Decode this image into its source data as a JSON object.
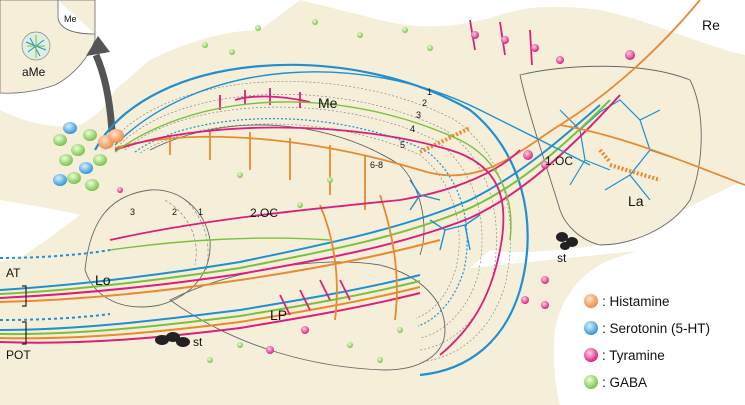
{
  "regions": {
    "me": "Me",
    "ame_inset_me": "Me",
    "ame": "aMe",
    "lo": "Lo",
    "lp": "LP",
    "la": "La",
    "re": "Re"
  },
  "chiasms": {
    "outer": "1.OC",
    "inner": "2.OC"
  },
  "tracts": {
    "at": "AT",
    "pot": "POT"
  },
  "stalks": {
    "top": "st",
    "bottom": "st"
  },
  "medulla_layers": [
    "1",
    "2",
    "3",
    "4",
    "5",
    "6-8"
  ],
  "lobula_layers": [
    "3",
    "2",
    "1"
  ],
  "legend": [
    {
      "label": ": Histamine",
      "color": "#f0a070",
      "icon": "histamine-cell-icon"
    },
    {
      "label": ": Serotonin (5-HT)",
      "color": "#4aa8e0",
      "icon": "serotonin-cell-icon"
    },
    {
      "label": ": Tyramine",
      "color": "#e0348c",
      "icon": "tyramine-cell-icon"
    },
    {
      "label": ": GABA",
      "color": "#8cc860",
      "icon": "gaba-cell-icon"
    }
  ],
  "colors": {
    "tissue": "#f5efd9",
    "outline": "#666666",
    "histamine": "#e88a30",
    "serotonin": "#1f8fd0",
    "tyramine": "#d8207c",
    "gaba": "#7cbf3c"
  }
}
